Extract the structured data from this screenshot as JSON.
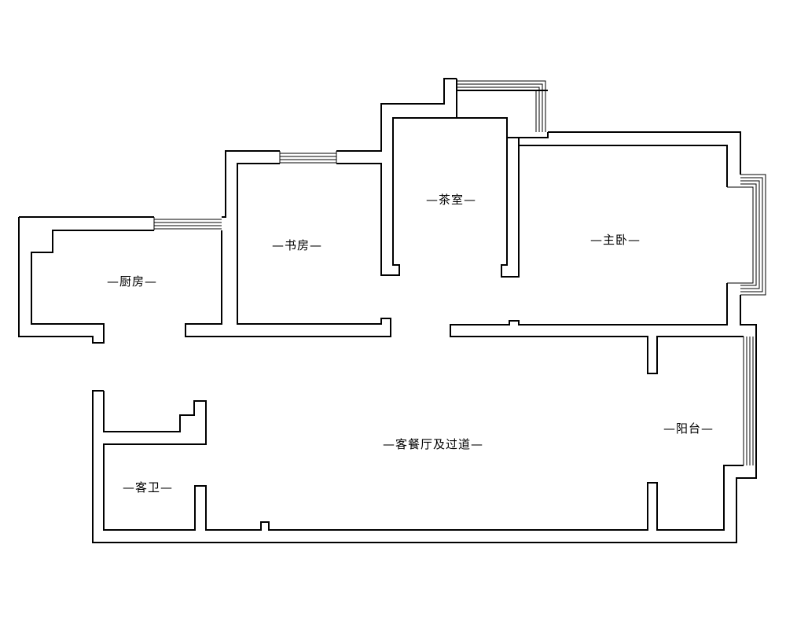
{
  "floor_plan": {
    "rooms": [
      {
        "id": "kitchen",
        "label": "—厨房—"
      },
      {
        "id": "study",
        "label": "—书房—"
      },
      {
        "id": "tea_room",
        "label": "—茶室—"
      },
      {
        "id": "master",
        "label": "—主卧—"
      },
      {
        "id": "living",
        "label": "—客餐厅及过道—"
      },
      {
        "id": "balcony",
        "label": "—阳台—"
      },
      {
        "id": "guest_wc",
        "label": "—客卫—"
      }
    ],
    "colors": {
      "line": "#000000",
      "background": "#ffffff"
    }
  }
}
